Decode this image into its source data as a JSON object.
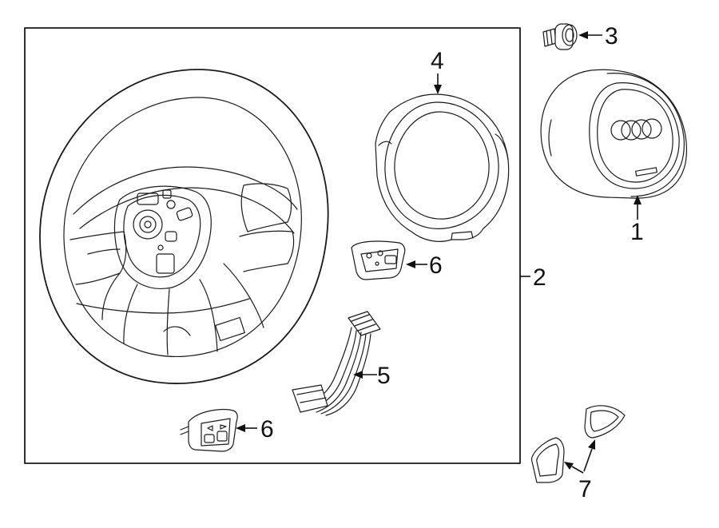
{
  "diagram": {
    "callouts": {
      "c1": "1",
      "c2": "2",
      "c3": "3",
      "c4": "4",
      "c5": "5",
      "c6a": "6",
      "c6b": "6",
      "c7": "7"
    },
    "colors": {
      "line": "#1a1a1a",
      "background": "#ffffff"
    },
    "parts": [
      {
        "id": "1",
        "icon": "airbag-module-icon"
      },
      {
        "id": "2",
        "icon": "steering-wheel-icon"
      },
      {
        "id": "3",
        "icon": "bolt-icon"
      },
      {
        "id": "4",
        "icon": "trim-ring-icon"
      },
      {
        "id": "5",
        "icon": "wire-harness-icon"
      },
      {
        "id": "6",
        "icon": "switch-panel-icon"
      },
      {
        "id": "7",
        "icon": "trim-cover-icon"
      }
    ]
  }
}
